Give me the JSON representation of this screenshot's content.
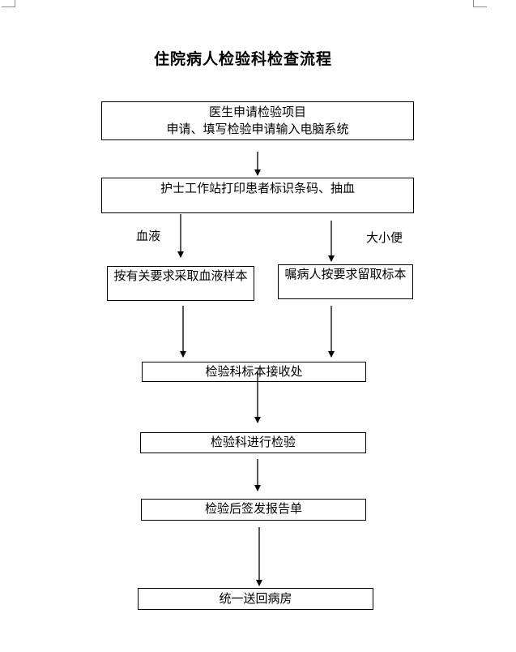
{
  "title": "住院病人检验科检查流程",
  "steps": {
    "s1_line1": "医生申请检验项目",
    "s1_line2": "申请、填写检验申请输入电脑系统",
    "s2": "护士工作站打印患者标识条码、抽血",
    "s3_left": "按有关要求采取血液样本",
    "s3_right": "嘱病人按要求留取标本",
    "s4": "检验科标本接收处",
    "s5": "检验科进行检验",
    "s6": "检验后签发报告单",
    "s7": "统一送回病房"
  },
  "branch_labels": {
    "left": "血液",
    "right": "大小便"
  }
}
